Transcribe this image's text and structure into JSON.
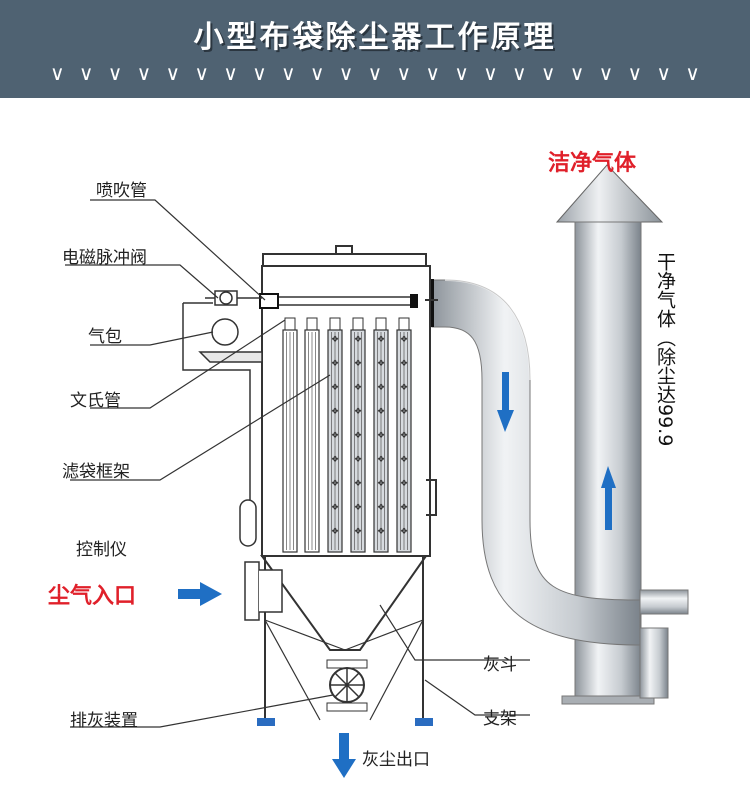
{
  "title": "小型布袋除尘器工作原理",
  "labels": {
    "pulse_pipe": "喷吹管",
    "solenoid_valve": "电磁脉冲阀",
    "air_bag": "气包",
    "venturi": "文氏管",
    "bag_frame": "滤袋框架",
    "controller": "控制仪",
    "dust_inlet": "尘气入口",
    "ash_hopper": "灰斗",
    "support": "支架",
    "discharge_device": "排灰装置",
    "dust_outlet": "灰尘出口",
    "clean_gas": "洁净气体",
    "dry_clean_gas": "干净气体（除尘达99.9"
  },
  "colors": {
    "header_bg": "#4f6272",
    "red": "#e0202a",
    "blue_arrow": "#1f6fc4",
    "stand_blue": "#2a6cc0"
  }
}
